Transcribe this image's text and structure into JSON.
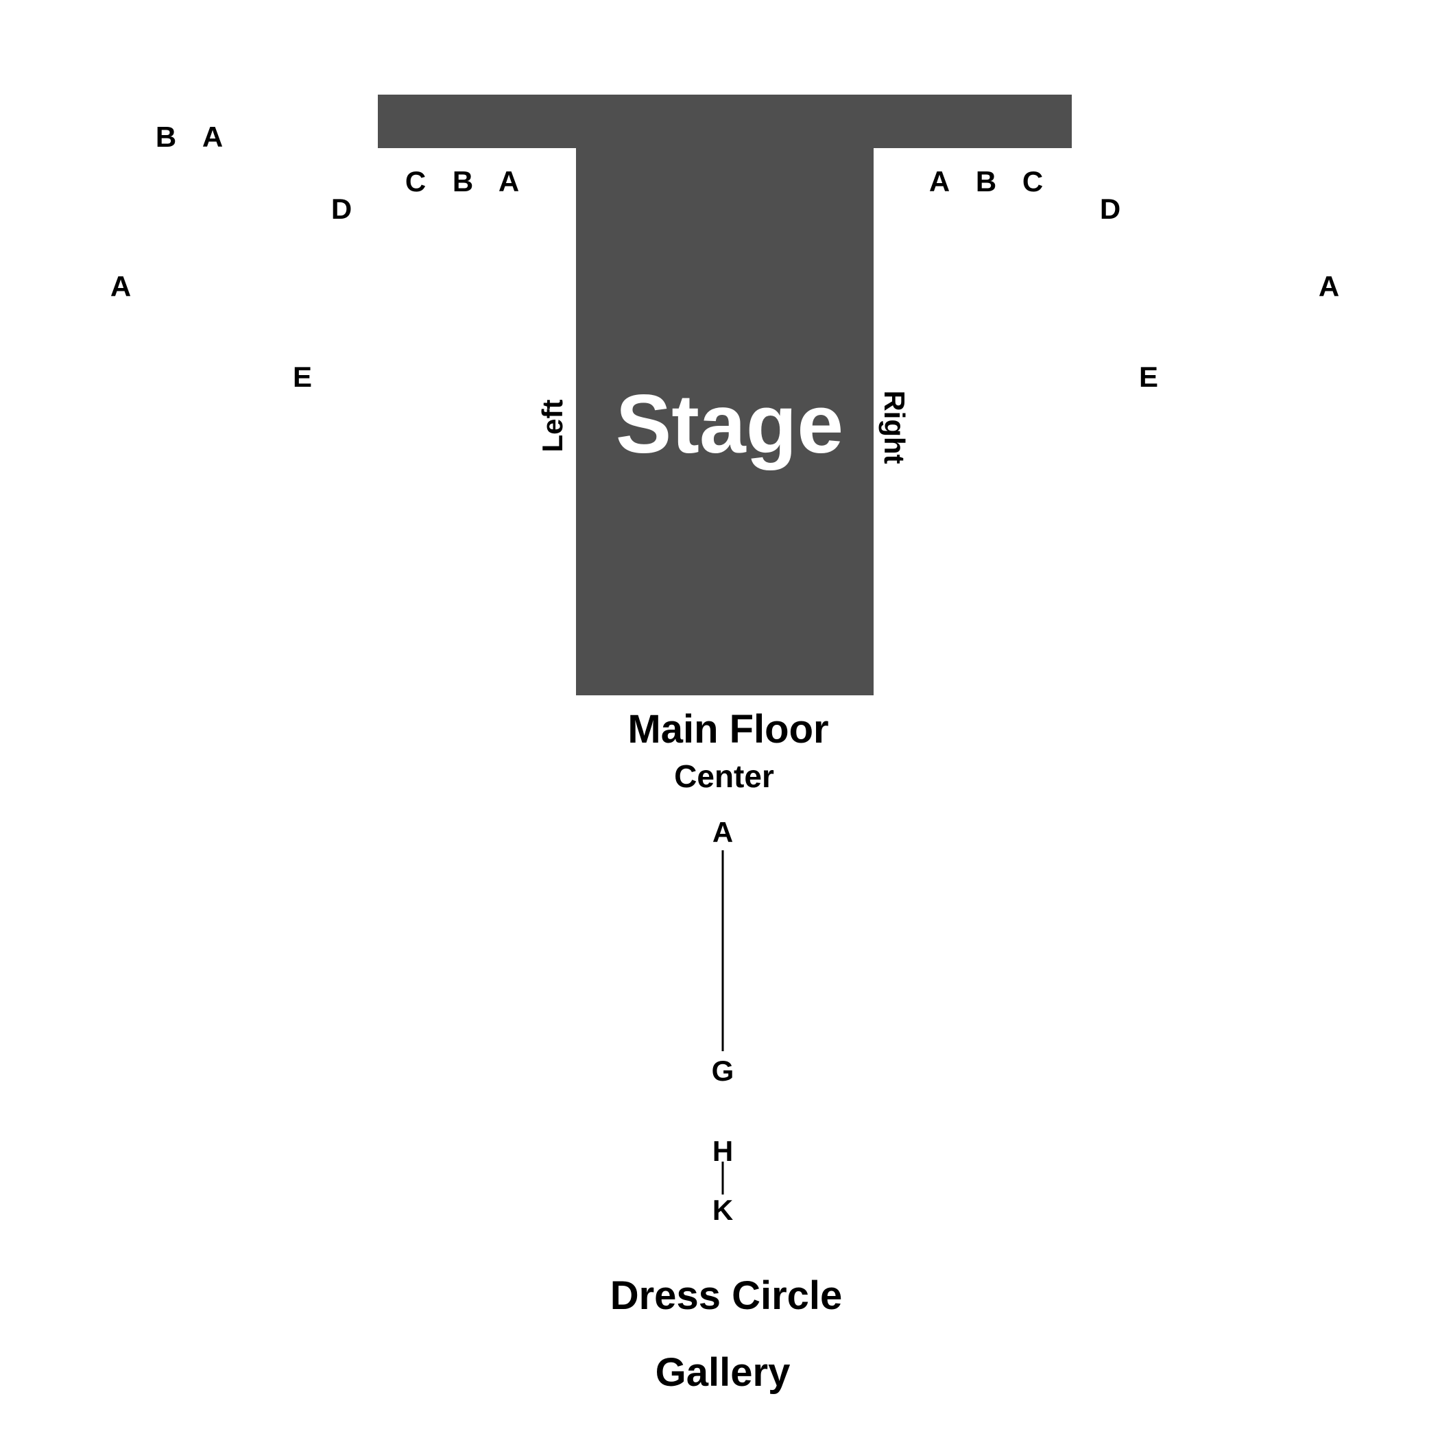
{
  "stage": {
    "label": "Stage",
    "color": "#4f4f4f"
  },
  "stage_sides": {
    "left": "Left",
    "right": "Right"
  },
  "main_floor": {
    "title": "Main Floor",
    "center": {
      "label": "Center",
      "rows_top": [
        "A",
        "G"
      ],
      "rows_bottom": [
        "H",
        "K"
      ]
    }
  },
  "left_side": {
    "box_rows": [
      "B",
      "A"
    ],
    "apron_rows": [
      "C",
      "B",
      "A"
    ],
    "row_d": "D",
    "outer_row_a": "A",
    "row_e": "E"
  },
  "right_side": {
    "apron_rows": [
      "A",
      "B",
      "C"
    ],
    "row_d": "D",
    "outer_row_a": "A",
    "row_e": "E"
  },
  "upper_levels": {
    "dress_circle": "Dress Circle",
    "gallery": "Gallery"
  }
}
